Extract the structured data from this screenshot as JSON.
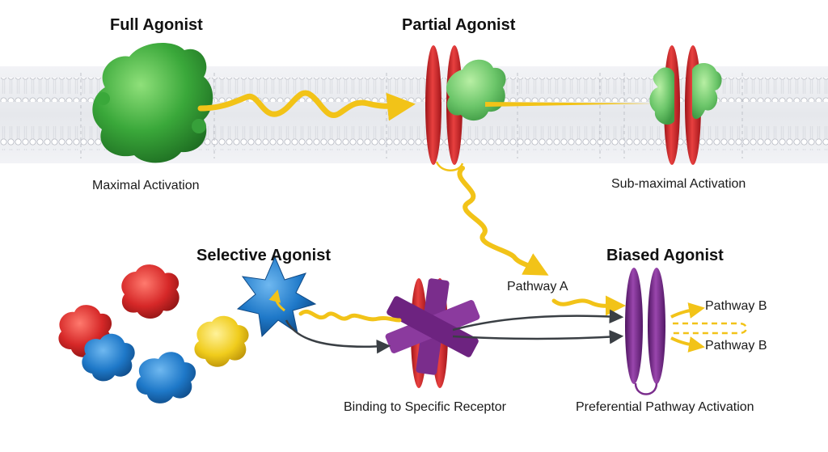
{
  "titles": {
    "full_agonist": "Full Agonist",
    "partial_agonist": "Partial Agonist",
    "selective_agonist": "Selective Agonist",
    "biased_agonist": "Biased Agonist"
  },
  "labels": {
    "maximal_activation": "Maximal Activation",
    "submaximal_activation": "Sub-maximal Activation",
    "pathway_a": "Pathway A",
    "pathway_b_upper": "Pathway B",
    "pathway_b_lower": "Pathway B",
    "binding_specific_receptor": "Binding to Specific Receptor",
    "preferential_pathway_activation": "Preferential Pathway Activation"
  },
  "colors": {
    "agonist_green": "#3aa83a",
    "receptor_red": "#d8262b",
    "signal_yellow": "#f2c318",
    "selective_blue": "#1e78c8",
    "biased_purple": "#7a2d8c",
    "ligand_red": "#d62828",
    "ligand_blue": "#1f6fc4",
    "ligand_yellow": "#f0cc1c",
    "arrow_gray": "#3a3f44",
    "membrane_gray": "#c9ccd2"
  }
}
